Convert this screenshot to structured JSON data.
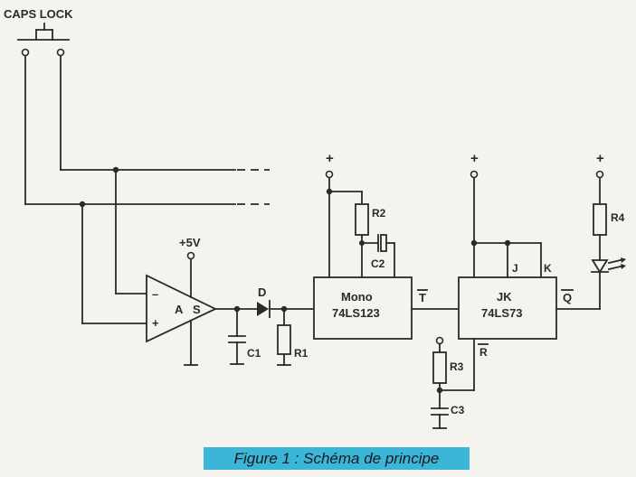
{
  "switch_label": "CAPS LOCK",
  "opamp": {
    "name": "A",
    "out": "S",
    "minus": "–",
    "plus": "+",
    "supply": "+5V"
  },
  "diode": "D",
  "c1": "C1",
  "r1": "R1",
  "r2": "R2",
  "c2": "C2",
  "r3": "R3",
  "c3": "C3",
  "r4": "R4",
  "mono": {
    "line1": "Mono",
    "line2": "74LS123",
    "out": "T"
  },
  "jk": {
    "line1": "JK",
    "line2": "74LS73",
    "j": "J",
    "k": "K",
    "q": "Q",
    "r": "R"
  },
  "supply_plus": "+",
  "caption": {
    "text": "Figure 1 : Schéma de principe",
    "bg": "#3bb6d8"
  },
  "colors": {
    "ink": "#2a2a2a",
    "paper": "#f4f3ee"
  }
}
